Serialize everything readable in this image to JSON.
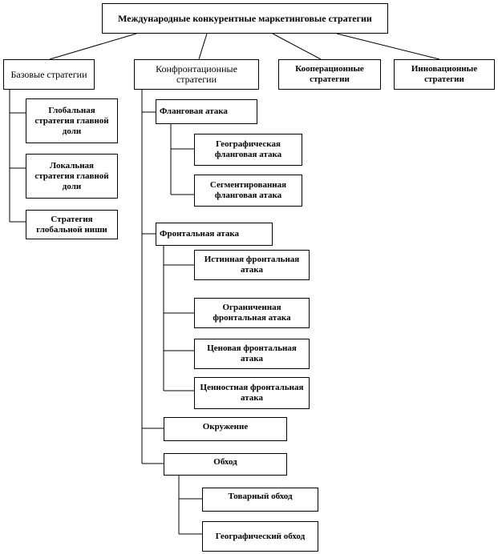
{
  "root": {
    "label": "Международные конкурентные маркетинговые стратегии"
  },
  "categories": {
    "basic": "Базовые стратегии",
    "confrontation": "Конфронтационные стратегии",
    "cooperation": "Кооперационные стратегии",
    "innovation": "Инновационные стратегии"
  },
  "basic_items": [
    "Глобальная стратегия главной доли",
    "Локальная стратегия главной доли",
    "Стратегия глобальной ниши"
  ],
  "flank": {
    "label": "Фланговая атака",
    "items": [
      "Географическая фланговая атака",
      "Сегментированная фланговая атака"
    ]
  },
  "frontal": {
    "label": "Фронтальная атака",
    "items": [
      "Истинная фронтальная атака",
      "Ограниченная фронтальная атака",
      "Ценовая фронтальная атака",
      "Ценностная фронтальная атака"
    ]
  },
  "encirclement": {
    "label": "Окружение"
  },
  "bypass": {
    "label": "Обход",
    "items": [
      "Товарный обход",
      "Географический обход"
    ]
  }
}
